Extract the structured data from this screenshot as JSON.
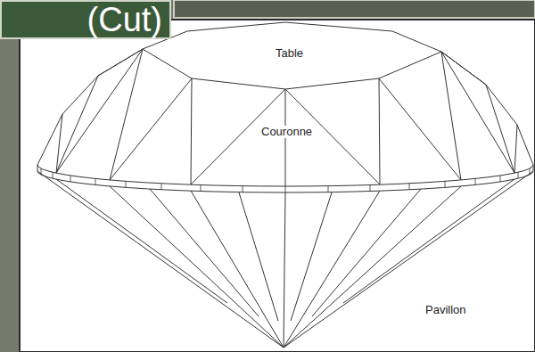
{
  "diagram": {
    "nodes": [
      {
        "text": [
          "(Cut)"
        ]
      }
    ],
    "labels": [
      "Table",
      "Couronne",
      "Pavillon"
    ]
  }
}
